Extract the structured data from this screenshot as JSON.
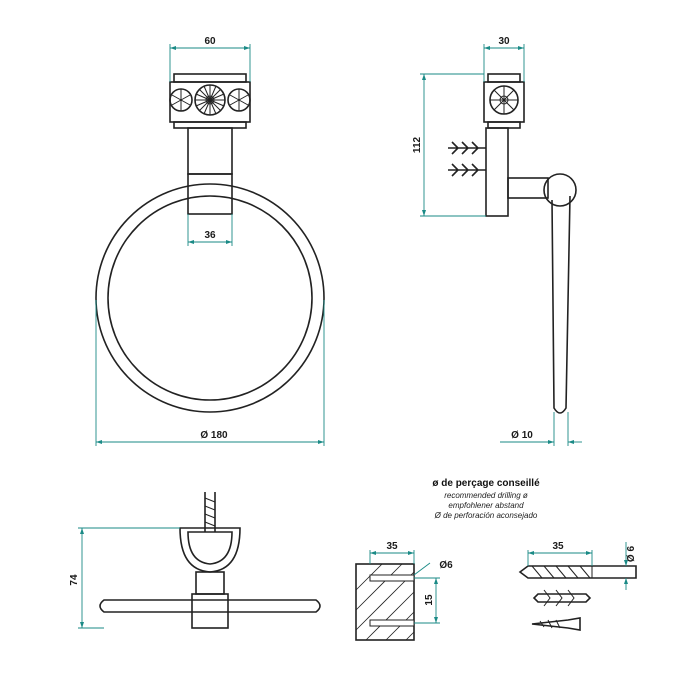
{
  "dimensions": {
    "base_width": "60",
    "neck_width": "36",
    "ring_diameter": "Ø 180",
    "side_depth": "30",
    "height": "112",
    "rod_diameter": "Ø 10",
    "projection": "74",
    "drill_depth": "35",
    "hole_diameter": "Ø6",
    "hole_spacing": "15",
    "drill_length": "35",
    "drill_diameter": "Ø 6"
  },
  "notes": {
    "title": "ø de perçage conseillé",
    "lines": [
      "recommended drilling ø",
      "empfohlener abstand",
      "Ø de perforación aconsejado"
    ]
  },
  "colors": {
    "dimension": "#1a8a86",
    "outline": "#222222"
  }
}
